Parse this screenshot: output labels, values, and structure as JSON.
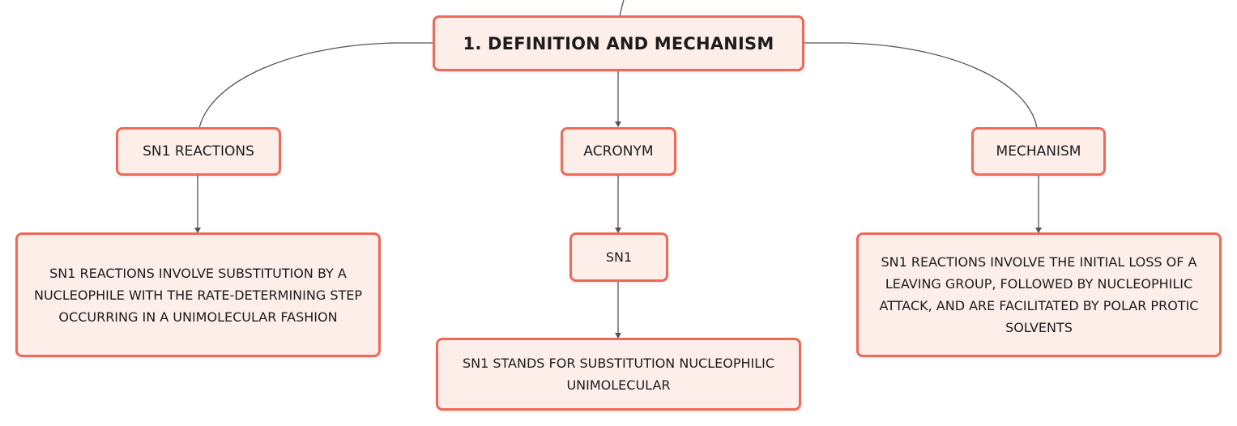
{
  "root": {
    "label": "1. DEFINITION AND MECHANISM"
  },
  "branches": {
    "sn1_reactions": {
      "label": "SN1 REACTIONS",
      "detail": "SN1 REACTIONS INVOLVE SUBSTITUTION BY A NUCLEOPHILE WITH THE RATE-DETERMINING STEP OCCURRING IN A UNIMOLECULAR FASHION"
    },
    "acronym": {
      "label": "ACRONYM",
      "sub": "SN1",
      "detail": "SN1 STANDS FOR SUBSTITUTION NUCLEOPHILIC UNIMOLECULAR"
    },
    "mechanism": {
      "label": "MECHANISM",
      "detail": "SN1 REACTIONS INVOLVE THE INITIAL LOSS OF A LEAVING GROUP, FOLLOWED BY NUCLEOPHILIC ATTACK, AND ARE FACILITATED BY POLAR PROTIC SOLVENTS"
    }
  },
  "colors": {
    "node_border": "#ec6a57",
    "node_fill": "#fdeeea",
    "connector": "#555555"
  }
}
